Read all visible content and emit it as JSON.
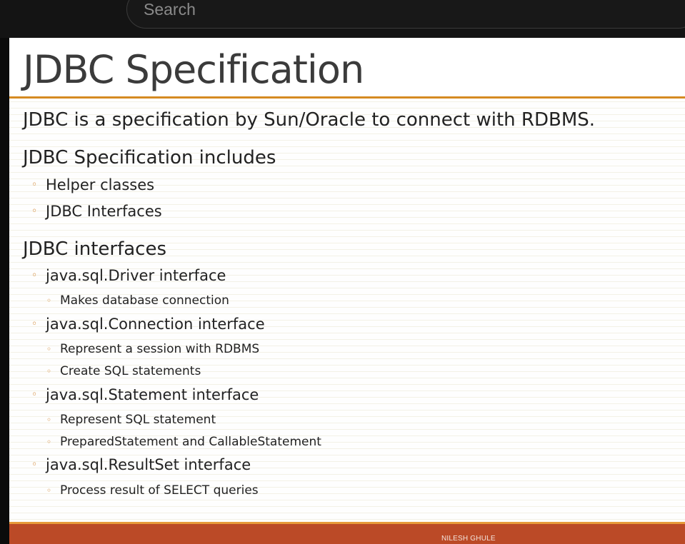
{
  "browser": {
    "search_placeholder": "Search"
  },
  "slide": {
    "title": "JDBC Specification",
    "lines": [
      {
        "level": 0,
        "text": "JDBC is a specification by Sun/Oracle to connect with RDBMS."
      },
      {
        "level": 0,
        "text": "JDBC Specification includes"
      },
      {
        "level": 1,
        "text": "Helper classes"
      },
      {
        "level": 1,
        "text": "JDBC Interfaces"
      },
      {
        "level": 0,
        "text": "JDBC interfaces"
      },
      {
        "level": 1,
        "text": "java.sql.Driver interface"
      },
      {
        "level": 2,
        "text": "Makes database connection"
      },
      {
        "level": 1,
        "text": "java.sql.Connection interface"
      },
      {
        "level": 2,
        "text": "Represent a session with RDBMS"
      },
      {
        "level": 2,
        "text": "Create SQL statements"
      },
      {
        "level": 1,
        "text": "java.sql.Statement interface"
      },
      {
        "level": 2,
        "text": "Represent SQL statement"
      },
      {
        "level": 2,
        "text": "PreparedStatement and CallableStatement"
      },
      {
        "level": 1,
        "text": "java.sql.ResultSet interface"
      },
      {
        "level": 2,
        "text": "Process result of SELECT queries"
      }
    ],
    "bullet_glyph": "◦",
    "footer": "NILESH GHULE"
  },
  "colors": {
    "accent_orange": "#d58a22",
    "footer_bar": "#bb4a27",
    "bullet": "#d0812a",
    "title_text": "#3b3b3b"
  }
}
